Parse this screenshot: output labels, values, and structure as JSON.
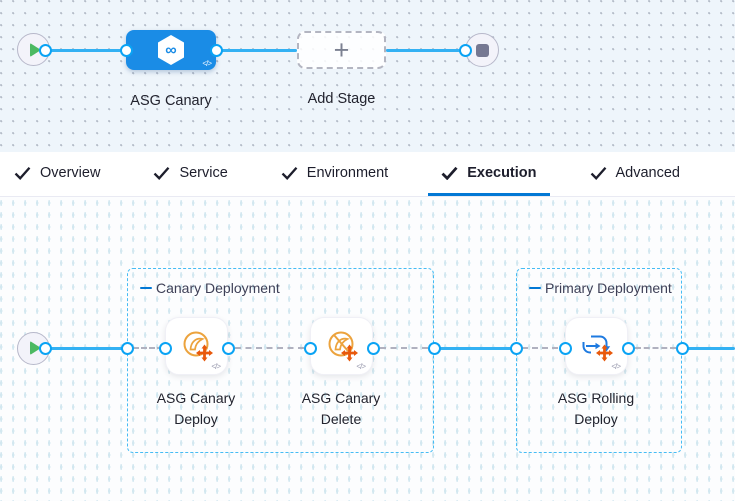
{
  "stage_builder": {
    "stage": {
      "label": "ASG Canary",
      "code_glyph": "</>",
      "icon_symbol": "∞"
    },
    "add_stage": {
      "label": "Add Stage",
      "plus_glyph": "+"
    }
  },
  "tabs": {
    "active_tab": "Execution",
    "items": [
      {
        "label": "Overview"
      },
      {
        "label": "Service"
      },
      {
        "label": "Environment"
      },
      {
        "label": "Execution"
      },
      {
        "label": "Advanced"
      }
    ]
  },
  "execution": {
    "groups": [
      {
        "title": "Canary Deployment",
        "steps": [
          {
            "label": "ASG Canary Deploy",
            "icon": "asg-canary-deploy-icon",
            "code_glyph": "</>"
          },
          {
            "label": "ASG Canary Delete",
            "icon": "asg-canary-delete-icon",
            "code_glyph": "</>"
          }
        ]
      },
      {
        "title": "Primary Deployment",
        "steps": [
          {
            "label": "ASG Rolling Deploy",
            "icon": "asg-rolling-deploy-icon",
            "code_glyph": "</>"
          }
        ]
      }
    ]
  },
  "colors": {
    "accent_blue": "#0278d5",
    "stage_fill": "#1a8ce6",
    "connector_blue": "#33b1f3",
    "group_border": "#45bcf4",
    "icon_orange": "#eca33d",
    "cross_orange": "#e8590c",
    "play_green": "#4cb962"
  }
}
